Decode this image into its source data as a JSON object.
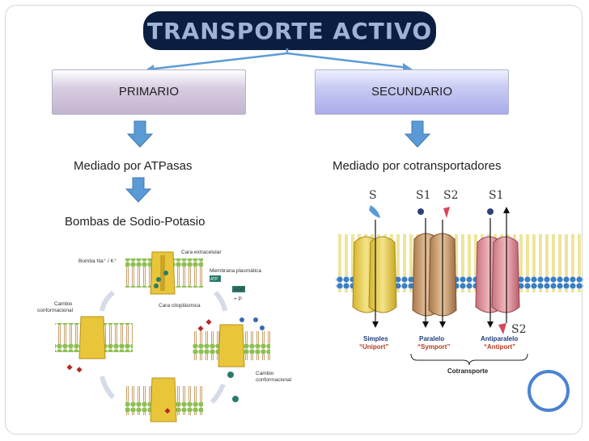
{
  "title": "TRANSPORTE ACTIVO",
  "primary": {
    "label": "PRIMARIO",
    "description": "Mediado por ATPasas",
    "example": "Bombas  de Sodio-Potasio"
  },
  "secondary": {
    "label": "SECUNDARIO",
    "description": "Mediado por cotransportadores"
  },
  "pump_figure": {
    "extracellular": "Cara extracelular",
    "pump_label": "Bomba Na⁺ / K⁺",
    "membrane": "Membrana plasmática",
    "atp": "ATP",
    "adp": "ADP",
    "phosphate": "+ P",
    "change_left_1": "Cambio",
    "change_left_2": "conformacional",
    "cytoplasm": "Cara citoplásmica",
    "change_right_1": "Cambio",
    "change_right_2": "conformacional"
  },
  "cotransport_figure": {
    "s": "S",
    "s1_a": "S1",
    "s2_a": "S2",
    "s1_b": "S1",
    "s2_b": "S2",
    "simple": "Simples",
    "uniport": "“Uniport”",
    "parallel": "Paralelo",
    "symport": "“Symport”",
    "antiparallel": "Antiparalelo",
    "antiport": "“Antiport”",
    "cotransport": "Cotransporte"
  },
  "colors": {
    "banner": "#0b1e3f",
    "banner_text": "#9fb3d6",
    "arrow": "#5b9bd5",
    "pump": "#e9c53a",
    "bubble_ring": "#4b83d3"
  }
}
